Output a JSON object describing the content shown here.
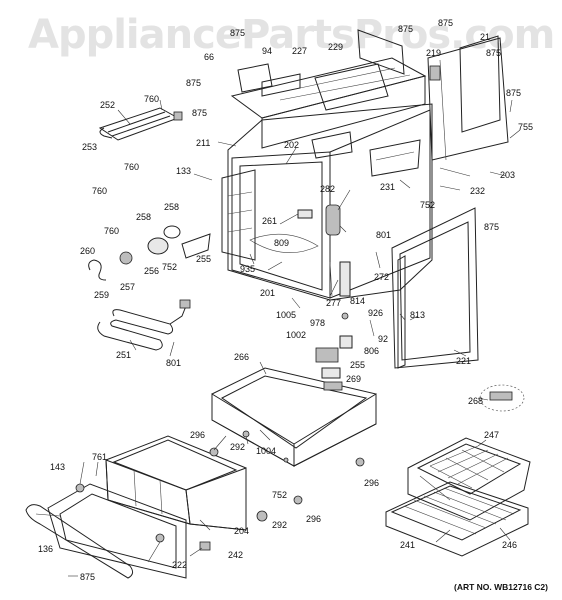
{
  "watermark": "AppliancePartsPros.com",
  "art_number": "(ART NO. WB12716 C2)",
  "part_labels": [
    {
      "id": "l-875-a",
      "text": "875"
    },
    {
      "id": "l-875-b",
      "text": "875"
    },
    {
      "id": "l-875-c",
      "text": "875"
    },
    {
      "id": "l-875-d",
      "text": "875"
    },
    {
      "id": "l-875-e",
      "text": "875"
    },
    {
      "id": "l-875-f",
      "text": "875"
    },
    {
      "id": "l-875-g",
      "text": "875"
    },
    {
      "id": "l-875-h",
      "text": "875"
    },
    {
      "id": "l-94",
      "text": "94"
    },
    {
      "id": "l-227",
      "text": "227"
    },
    {
      "id": "l-229",
      "text": "229"
    },
    {
      "id": "l-219",
      "text": "219"
    },
    {
      "id": "l-66",
      "text": "66"
    },
    {
      "id": "l-21",
      "text": "21"
    },
    {
      "id": "l-252",
      "text": "252"
    },
    {
      "id": "l-760-a",
      "text": "760"
    },
    {
      "id": "l-760-b",
      "text": "760"
    },
    {
      "id": "l-760-c",
      "text": "760"
    },
    {
      "id": "l-760-d",
      "text": "760"
    },
    {
      "id": "l-253",
      "text": "253"
    },
    {
      "id": "l-211",
      "text": "211"
    },
    {
      "id": "l-202",
      "text": "202"
    },
    {
      "id": "l-133",
      "text": "133"
    },
    {
      "id": "l-755",
      "text": "755"
    },
    {
      "id": "l-203",
      "text": "203"
    },
    {
      "id": "l-231",
      "text": "231"
    },
    {
      "id": "l-232",
      "text": "232"
    },
    {
      "id": "l-282",
      "text": "282"
    },
    {
      "id": "l-752-a",
      "text": "752"
    },
    {
      "id": "l-752-b",
      "text": "752"
    },
    {
      "id": "l-752-c",
      "text": "752"
    },
    {
      "id": "l-261",
      "text": "261"
    },
    {
      "id": "l-258-a",
      "text": "258"
    },
    {
      "id": "l-258-b",
      "text": "258"
    },
    {
      "id": "l-801-a",
      "text": "801"
    },
    {
      "id": "l-801-b",
      "text": "801"
    },
    {
      "id": "l-809",
      "text": "809"
    },
    {
      "id": "l-935",
      "text": "935"
    },
    {
      "id": "l-260",
      "text": "260"
    },
    {
      "id": "l-256",
      "text": "256"
    },
    {
      "id": "l-255-a",
      "text": "255"
    },
    {
      "id": "l-255-b",
      "text": "255"
    },
    {
      "id": "l-257",
      "text": "257"
    },
    {
      "id": "l-259",
      "text": "259"
    },
    {
      "id": "l-201",
      "text": "201"
    },
    {
      "id": "l-272",
      "text": "272"
    },
    {
      "id": "l-277",
      "text": "277"
    },
    {
      "id": "l-814",
      "text": "814"
    },
    {
      "id": "l-1005",
      "text": "1005"
    },
    {
      "id": "l-978",
      "text": "978"
    },
    {
      "id": "l-926",
      "text": "926"
    },
    {
      "id": "l-813",
      "text": "813"
    },
    {
      "id": "l-1002",
      "text": "1002"
    },
    {
      "id": "l-92",
      "text": "92"
    },
    {
      "id": "l-806",
      "text": "806"
    },
    {
      "id": "l-251",
      "text": "251"
    },
    {
      "id": "l-221",
      "text": "221"
    },
    {
      "id": "l-266",
      "text": "266"
    },
    {
      "id": "l-269",
      "text": "269"
    },
    {
      "id": "l-268",
      "text": "268"
    },
    {
      "id": "l-296-a",
      "text": "296"
    },
    {
      "id": "l-296-b",
      "text": "296"
    },
    {
      "id": "l-296-c",
      "text": "296"
    },
    {
      "id": "l-292-a",
      "text": "292"
    },
    {
      "id": "l-292-b",
      "text": "292"
    },
    {
      "id": "l-1004",
      "text": "1004"
    },
    {
      "id": "l-247",
      "text": "247"
    },
    {
      "id": "l-143",
      "text": "143"
    },
    {
      "id": "l-761",
      "text": "761"
    },
    {
      "id": "l-204",
      "text": "204"
    },
    {
      "id": "l-136",
      "text": "136"
    },
    {
      "id": "l-222",
      "text": "222"
    },
    {
      "id": "l-242",
      "text": "242"
    },
    {
      "id": "l-241",
      "text": "241"
    },
    {
      "id": "l-246",
      "text": "246"
    }
  ]
}
